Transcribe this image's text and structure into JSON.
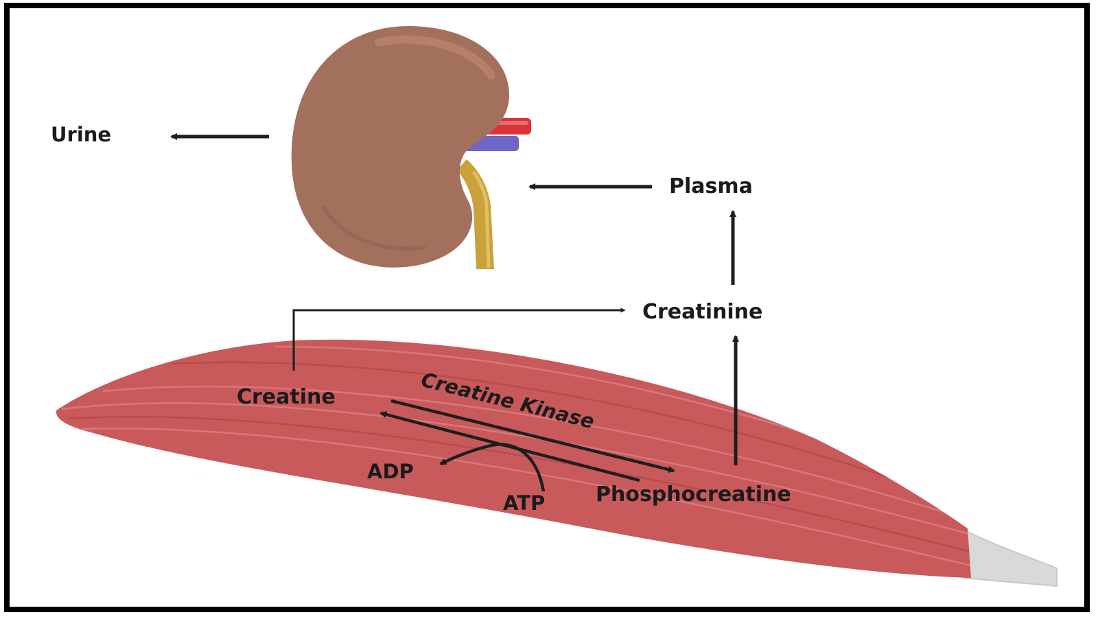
{
  "labels": {
    "urine": "Urine",
    "plasma": "Plasma",
    "creatinine": "Creatinine",
    "creatine": "Creatine",
    "enzyme": "Creatine Kinase",
    "adp": "ADP",
    "atp": "ATP",
    "phosphocreatine": "Phosphocreatine"
  },
  "colors": {
    "kidney": "#a4705e",
    "muscle": "#c85a5c",
    "artery": "#d8343a",
    "vein": "#6f65c4",
    "ureter": "#c9a23c",
    "tendon": "#d9d9d9",
    "arrow": "#1e1e1e",
    "frame": "#000000"
  }
}
